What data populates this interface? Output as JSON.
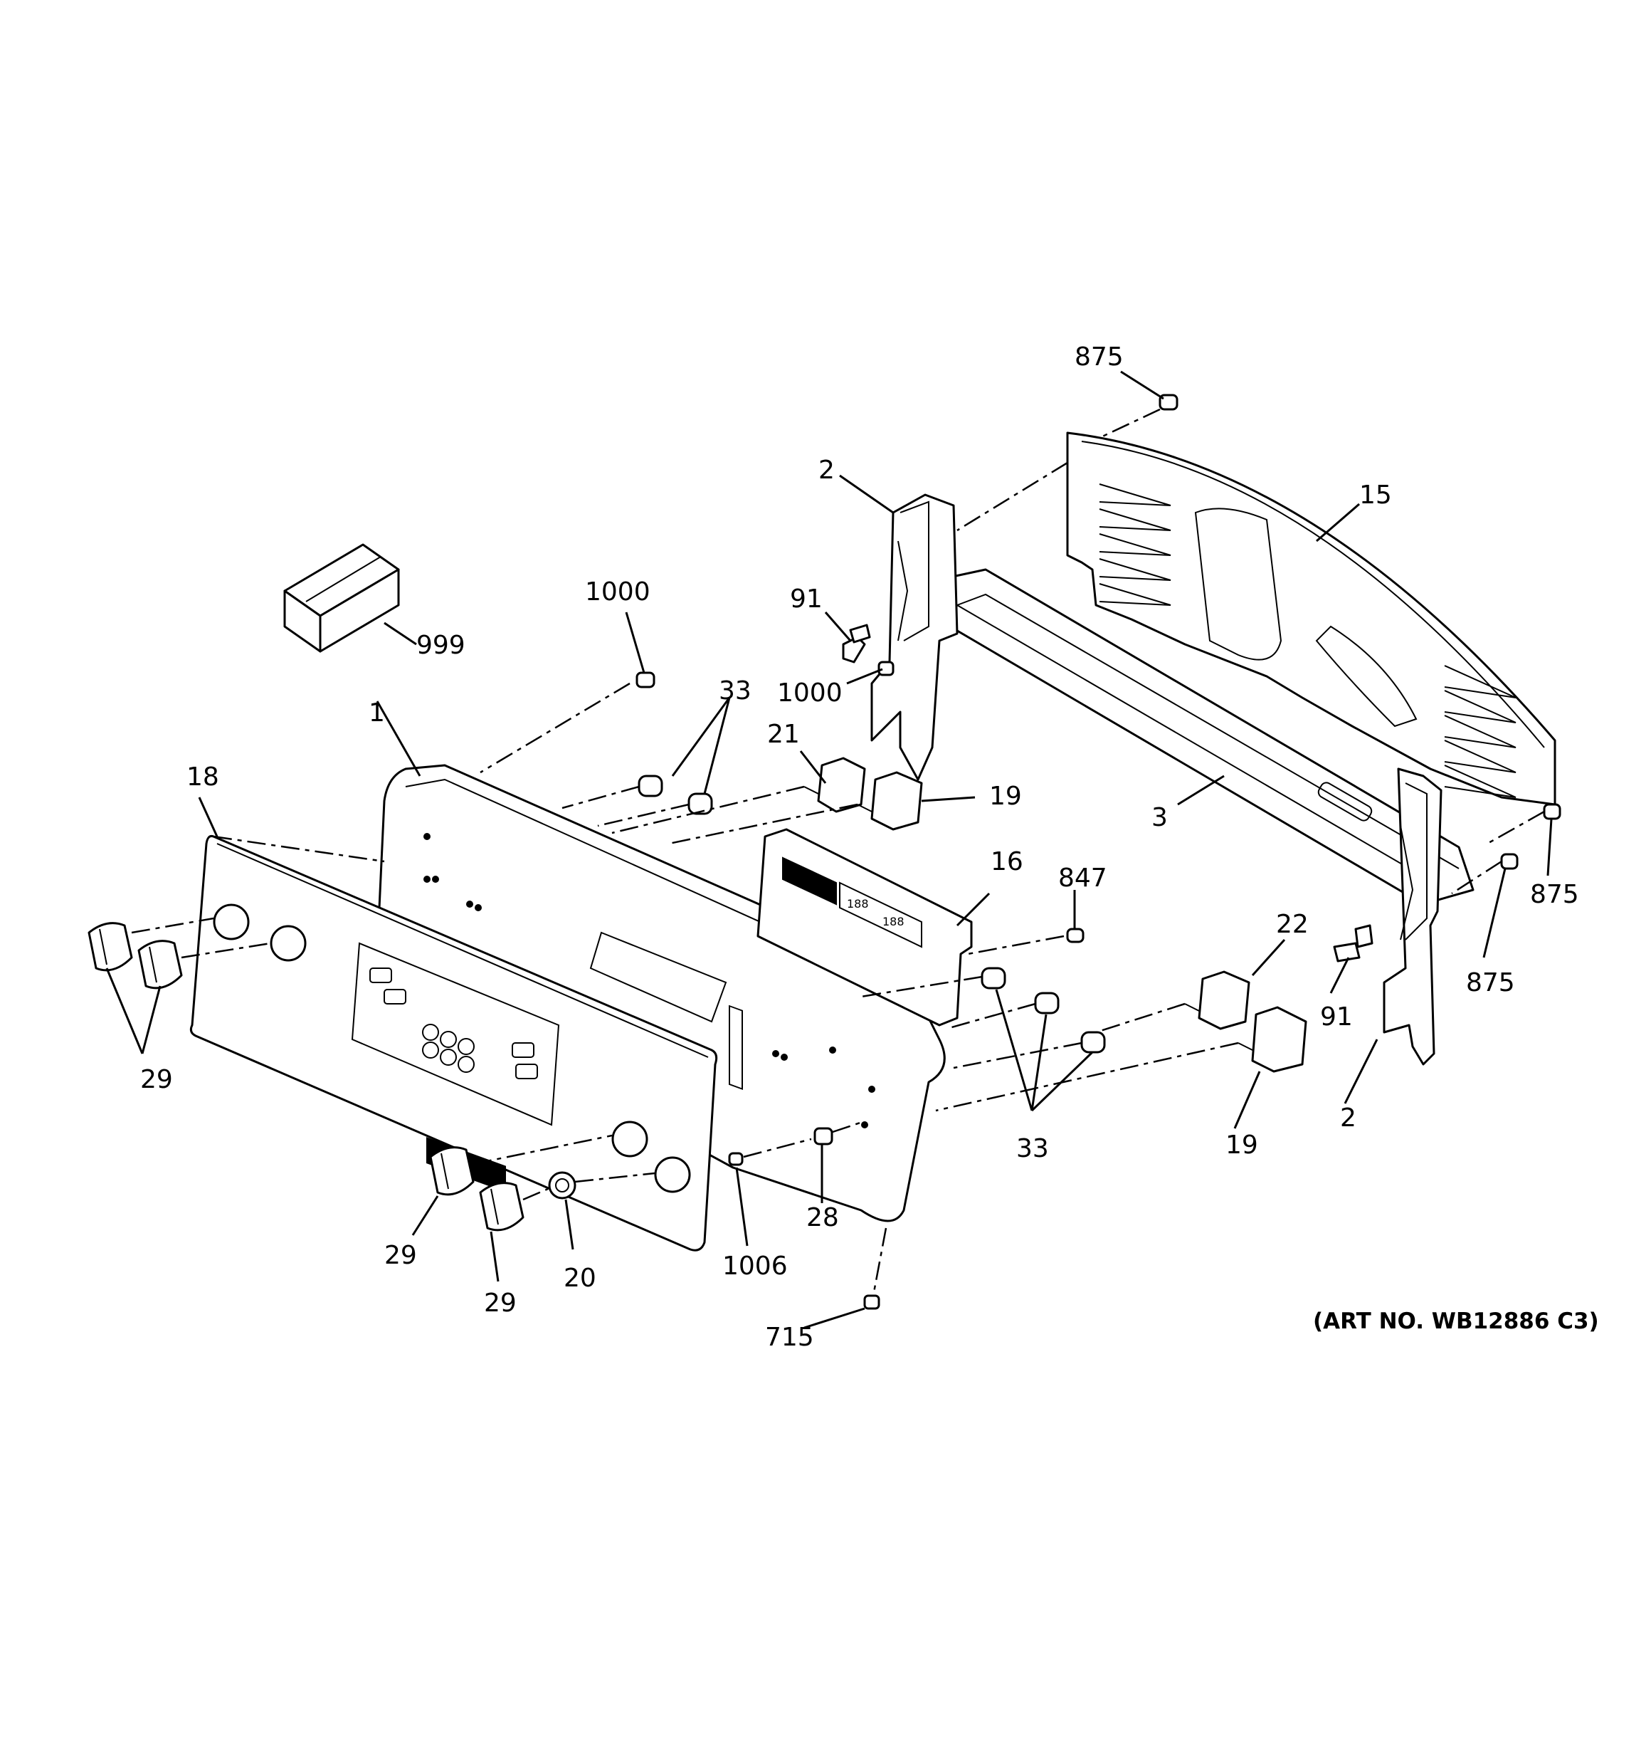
{
  "art_number": "(ART NO. WB12886 C3)",
  "callouts": {
    "c875_top": "875",
    "c15": "15",
    "c2_top": "2",
    "c1000_a": "1000",
    "c91_left": "91",
    "c1000_b": "1000",
    "c999": "999",
    "c33_top": "33",
    "c21": "21",
    "c19_top": "19",
    "c1": "1",
    "c18": "18",
    "c3": "3",
    "c875_right": "875",
    "c875_low": "875",
    "c16": "16",
    "c847": "847",
    "c22": "22",
    "c91_right": "91",
    "c2_bottom": "2",
    "c29_left": "29",
    "c33_bottom": "33",
    "c19_bottom": "19",
    "c28": "28",
    "c29_mid": "29",
    "c20": "20",
    "c1006": "1006",
    "c29_bottom": "29",
    "c715": "715"
  },
  "colors": {
    "line": "#000000",
    "background": "#ffffff"
  },
  "icons": [
    "knob-icon",
    "screw-icon",
    "switch-icon",
    "bracket-icon",
    "package-icon"
  ]
}
